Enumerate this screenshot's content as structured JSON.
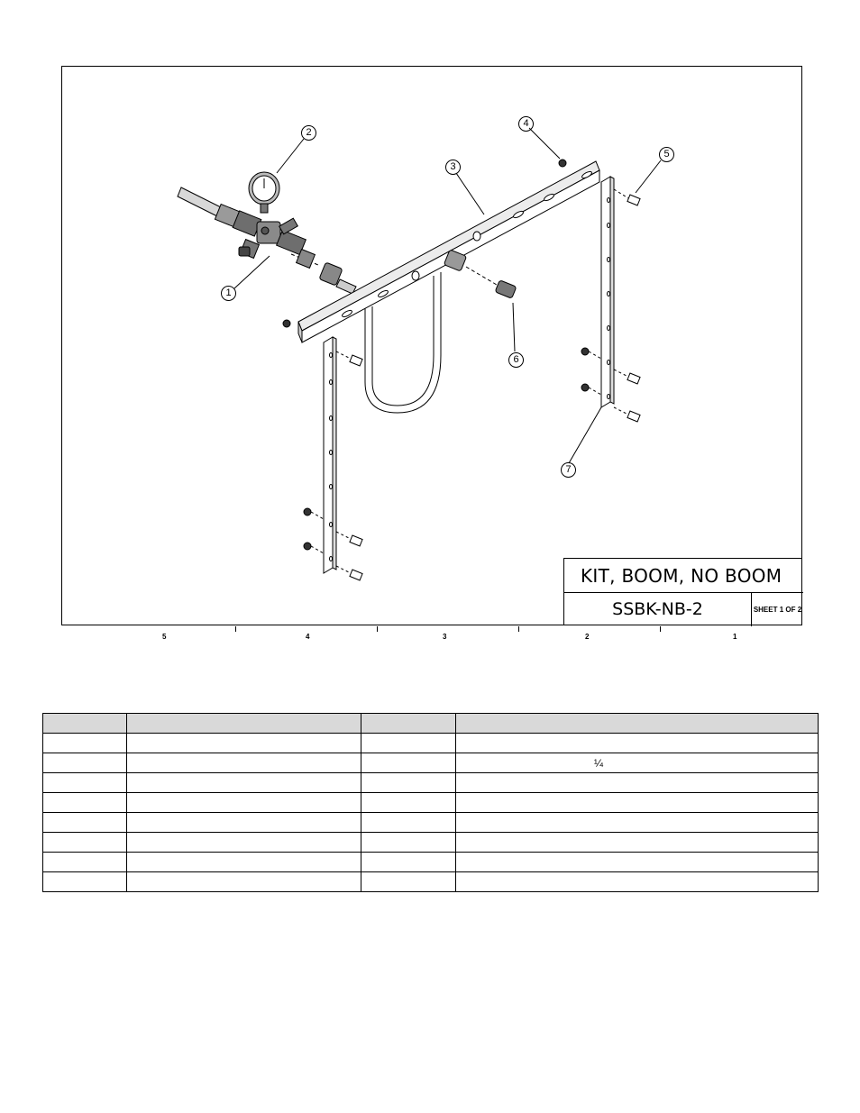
{
  "title_block": {
    "title": "KIT, BOOM, NO BOOM",
    "part_number": "SSBK-NB-2",
    "sheet": "SHEET 1 OF 2"
  },
  "callouts": [
    "1",
    "2",
    "3",
    "4",
    "5",
    "6",
    "7"
  ],
  "zones": [
    "5",
    "4",
    "3",
    "2",
    "1"
  ],
  "table": {
    "headers": [
      "",
      "",
      "",
      ""
    ],
    "rows": [
      [
        "",
        "",
        "",
        ""
      ],
      [
        "",
        "",
        "",
        "¼"
      ],
      [
        "",
        "",
        "",
        ""
      ],
      [
        "",
        "",
        "",
        ""
      ],
      [
        "",
        "",
        "",
        ""
      ],
      [
        "",
        "",
        "",
        ""
      ],
      [
        "",
        "",
        "",
        ""
      ],
      [
        "",
        "",
        "",
        ""
      ]
    ]
  }
}
